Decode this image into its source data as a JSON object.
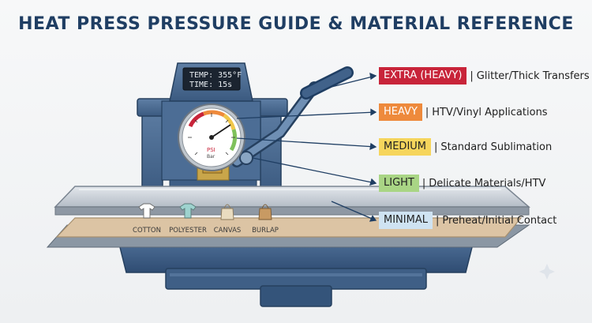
{
  "title": "HEAT PRESS PRESSURE GUIDE & MATERIAL REFERENCE",
  "display": {
    "temp": "TEMP: 355°F",
    "time": "TIME:  15s"
  },
  "gauge": {
    "unit_psi": "PSI",
    "unit_bar": "Bar"
  },
  "fabrics": [
    {
      "label": "COTTON"
    },
    {
      "label": "POLYESTER"
    },
    {
      "label": "CANVAS"
    },
    {
      "label": "BURLAP"
    }
  ],
  "levels": [
    {
      "name": "EXTRA (HEAVY)",
      "desc": "Glitter/Thick Transfers",
      "color": "#c8243a",
      "text_color": "#ffffff"
    },
    {
      "name": "HEAVY",
      "desc": "HTV/Vinyl Applications",
      "color": "#ee8a3c",
      "text_color": "#ffffff"
    },
    {
      "name": "MEDIUM",
      "desc": "Standard Sublimation",
      "color": "#f6d55c",
      "text_color": "#222222"
    },
    {
      "name": "LIGHT",
      "desc": "Delicate Materials/HTV",
      "color": "#a9d585",
      "text_color": "#222222"
    },
    {
      "name": "MINIMAL",
      "desc": "Preheat/Initial Contact",
      "color": "#cfe3f2",
      "text_color": "#222222"
    }
  ]
}
